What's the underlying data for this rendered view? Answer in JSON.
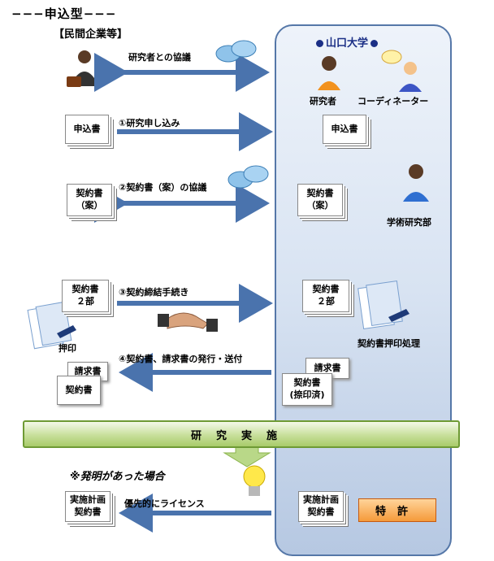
{
  "title": "−−−申込型−−−",
  "subtitle": "【民間企業等】",
  "university": {
    "name": "山口大学",
    "researcher": "研究者",
    "coordinator": "コーディネーター",
    "office": "学術研究部"
  },
  "steps": {
    "consult": "研究者との協議",
    "apply": "①研究申し込み",
    "draft": "②契約書（案）の協議",
    "sign": "③契約締結手続き",
    "issue": "④契約書、請求書の発行・送付",
    "license": "優先的にライセンス"
  },
  "docs": {
    "application_left": "申込書",
    "application_right": "申込書",
    "draft_left": "契約書\n（案）",
    "draft_right": "契約書\n（案）",
    "contract_left": "契約書\n２部",
    "contract_right": "契約書\n２部",
    "invoice_left": "請求書",
    "contract_left2": "契約書",
    "invoice_right": "請求書",
    "contract_sealed": "契約書\n(捺印済)",
    "plan_left": "実施計画\n契約書",
    "plan_right": "実施計画\n契約書"
  },
  "labels": {
    "seal_left": "押印",
    "seal_right": "契約書押印処理"
  },
  "research": "研究実施",
  "invention": "※発明があった場合",
  "patent": "特許",
  "colors": {
    "arrow": "#4a73ad",
    "banner": "#a8cb6a",
    "patent": "#f59a3a",
    "panel_border": "#5577a8"
  }
}
